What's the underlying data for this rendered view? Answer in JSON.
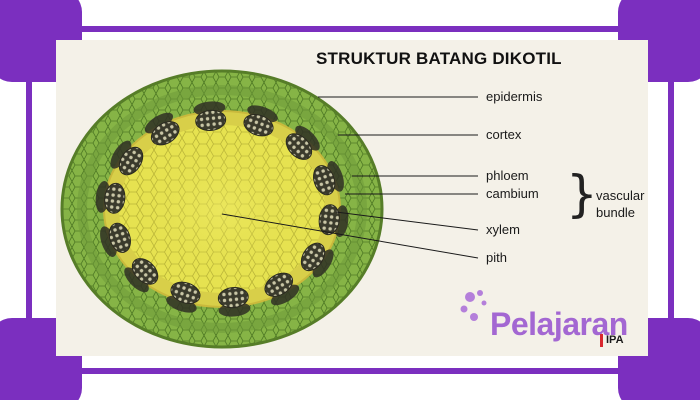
{
  "title": "STRUKTUR BATANG DIKOTIL",
  "labels": {
    "epidermis": "epidermis",
    "cortex": "cortex",
    "phloem": "phloem",
    "cambium": "cambium",
    "xylem": "xylem",
    "pith": "pith",
    "vascular_bundle_line1": "vascular",
    "vascular_bundle_line2": "bundle"
  },
  "watermark": {
    "brand": "Pelajaran",
    "tag": "IPA",
    "icon": "molecule-dots-icon"
  },
  "colors": {
    "frame": "#7b2fbf",
    "epidermis": "#6f9a3a",
    "cortex": "#86b446",
    "pith": "#e3df4a",
    "phloem_band": "#d9c84a",
    "xylem": "#3b3b2e",
    "watermark": "#9b59d0"
  }
}
